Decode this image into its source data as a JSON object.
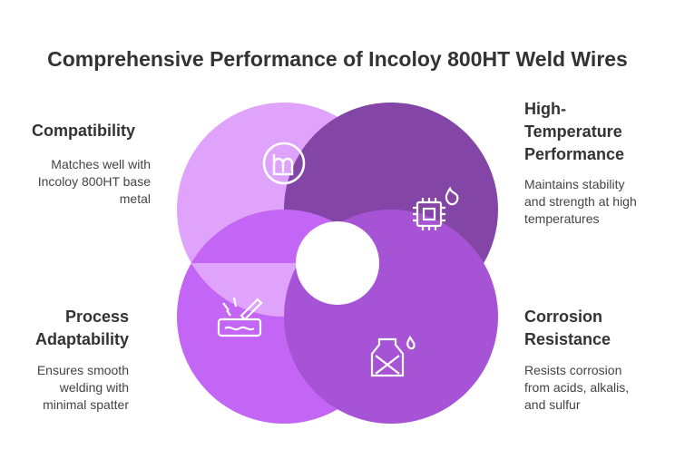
{
  "title": "Comprehensive Performance of Incoloy 800HT Weld Wires",
  "colors": {
    "compatibility": "#E0A3FC",
    "high_temperature": "#8446A6",
    "corrosion": "#A753D6",
    "process": "#C466F5",
    "icon_stroke": "#FFFFFF",
    "text": "#333333"
  },
  "sections": {
    "compatibility": {
      "heading": "Compatibility",
      "description_lines": [
        "Matches well with",
        "Incoloy 800HT base",
        "metal"
      ],
      "icon": "m-logo-icon"
    },
    "high_temperature": {
      "heading_lines": [
        "High-",
        "Temperature",
        "Performance"
      ],
      "description_lines": [
        "Maintains stability",
        "and strength at high",
        "temperatures"
      ],
      "icon": "hot-chip-icon"
    },
    "process": {
      "heading_lines": [
        "Process",
        "Adaptability"
      ],
      "description_lines": [
        "Ensures smooth",
        "welding with",
        "minimal spatter"
      ],
      "icon": "welding-icon"
    },
    "corrosion": {
      "heading_lines": [
        "Corrosion",
        "Resistance"
      ],
      "description_lines": [
        "Resists corrosion",
        "from acids, alkalis,",
        "and sulfur"
      ],
      "icon": "acid-container-icon"
    }
  }
}
